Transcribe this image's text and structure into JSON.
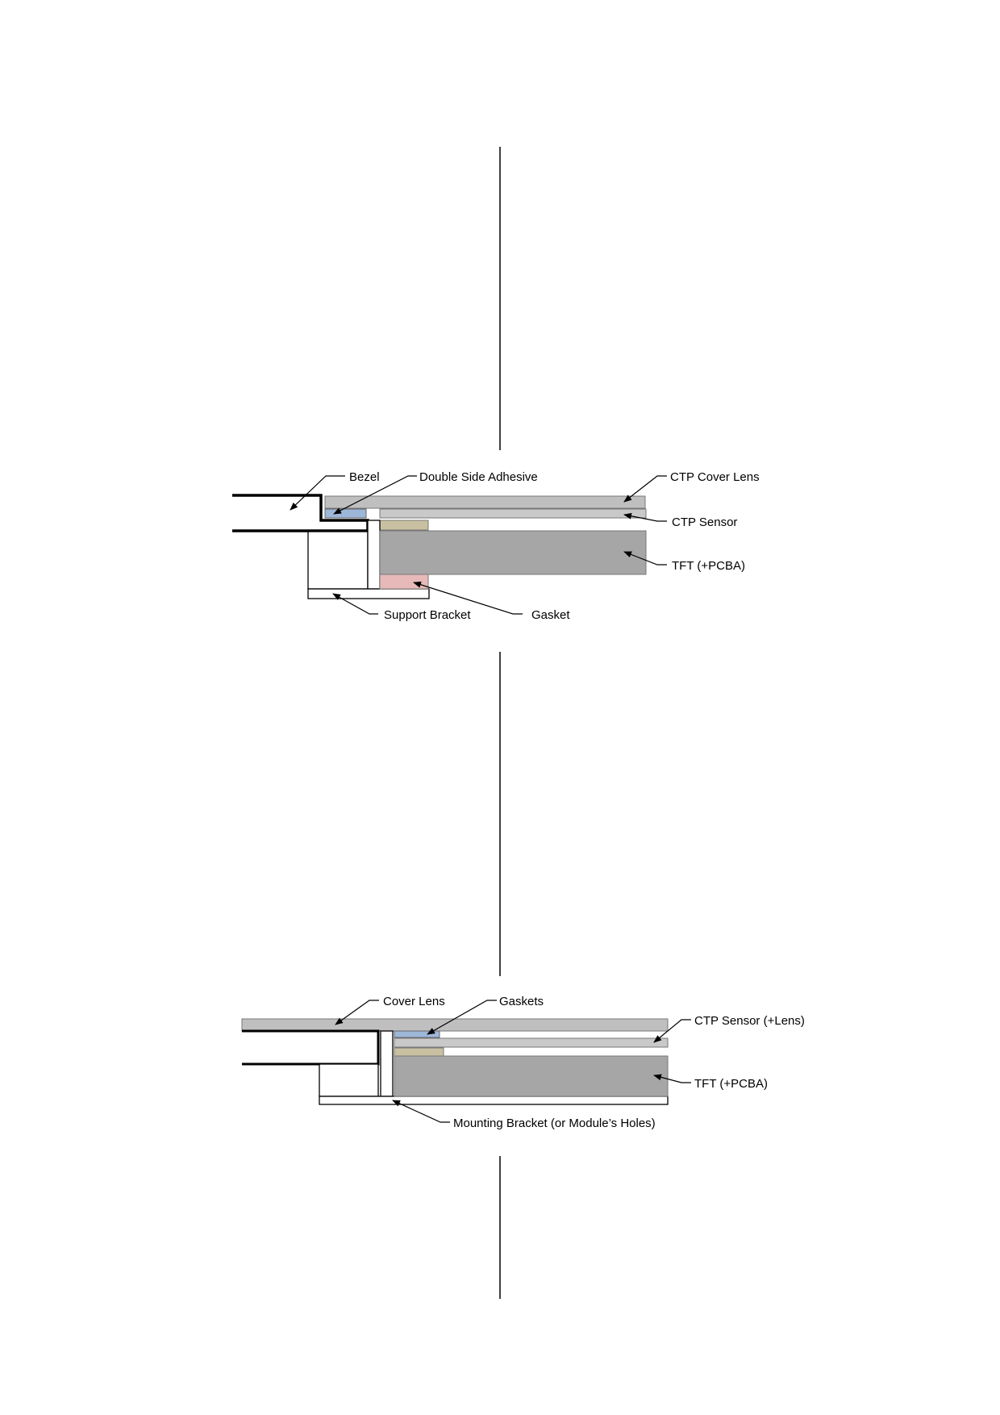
{
  "colors": {
    "cover_lens": "#bfbfbf",
    "sensor": "#c9c9c9",
    "tft": "#a6a6a6",
    "adhesive": "#9db7d9",
    "tan_spacer": "#c8c0a0",
    "gasket_pink": "#e8b9b9",
    "line": "#000000"
  },
  "diagram_top": {
    "labels": {
      "bezel": "Bezel",
      "double_side_adhesive": "Double Side Adhesive",
      "ctp_cover_lens": "CTP Cover Lens",
      "ctp_sensor": "CTP Sensor",
      "tft": "TFT (+PCBA)",
      "support_bracket": "Support Bracket",
      "gasket": "Gasket"
    }
  },
  "diagram_bottom": {
    "labels": {
      "cover_lens": "Cover Lens",
      "gaskets": "Gaskets",
      "ctp_sensor_lens": "CTP Sensor (+Lens)",
      "tft": "TFT (+PCBA)",
      "mounting_bracket": "Mounting Bracket (or Module’s Holes)"
    }
  }
}
